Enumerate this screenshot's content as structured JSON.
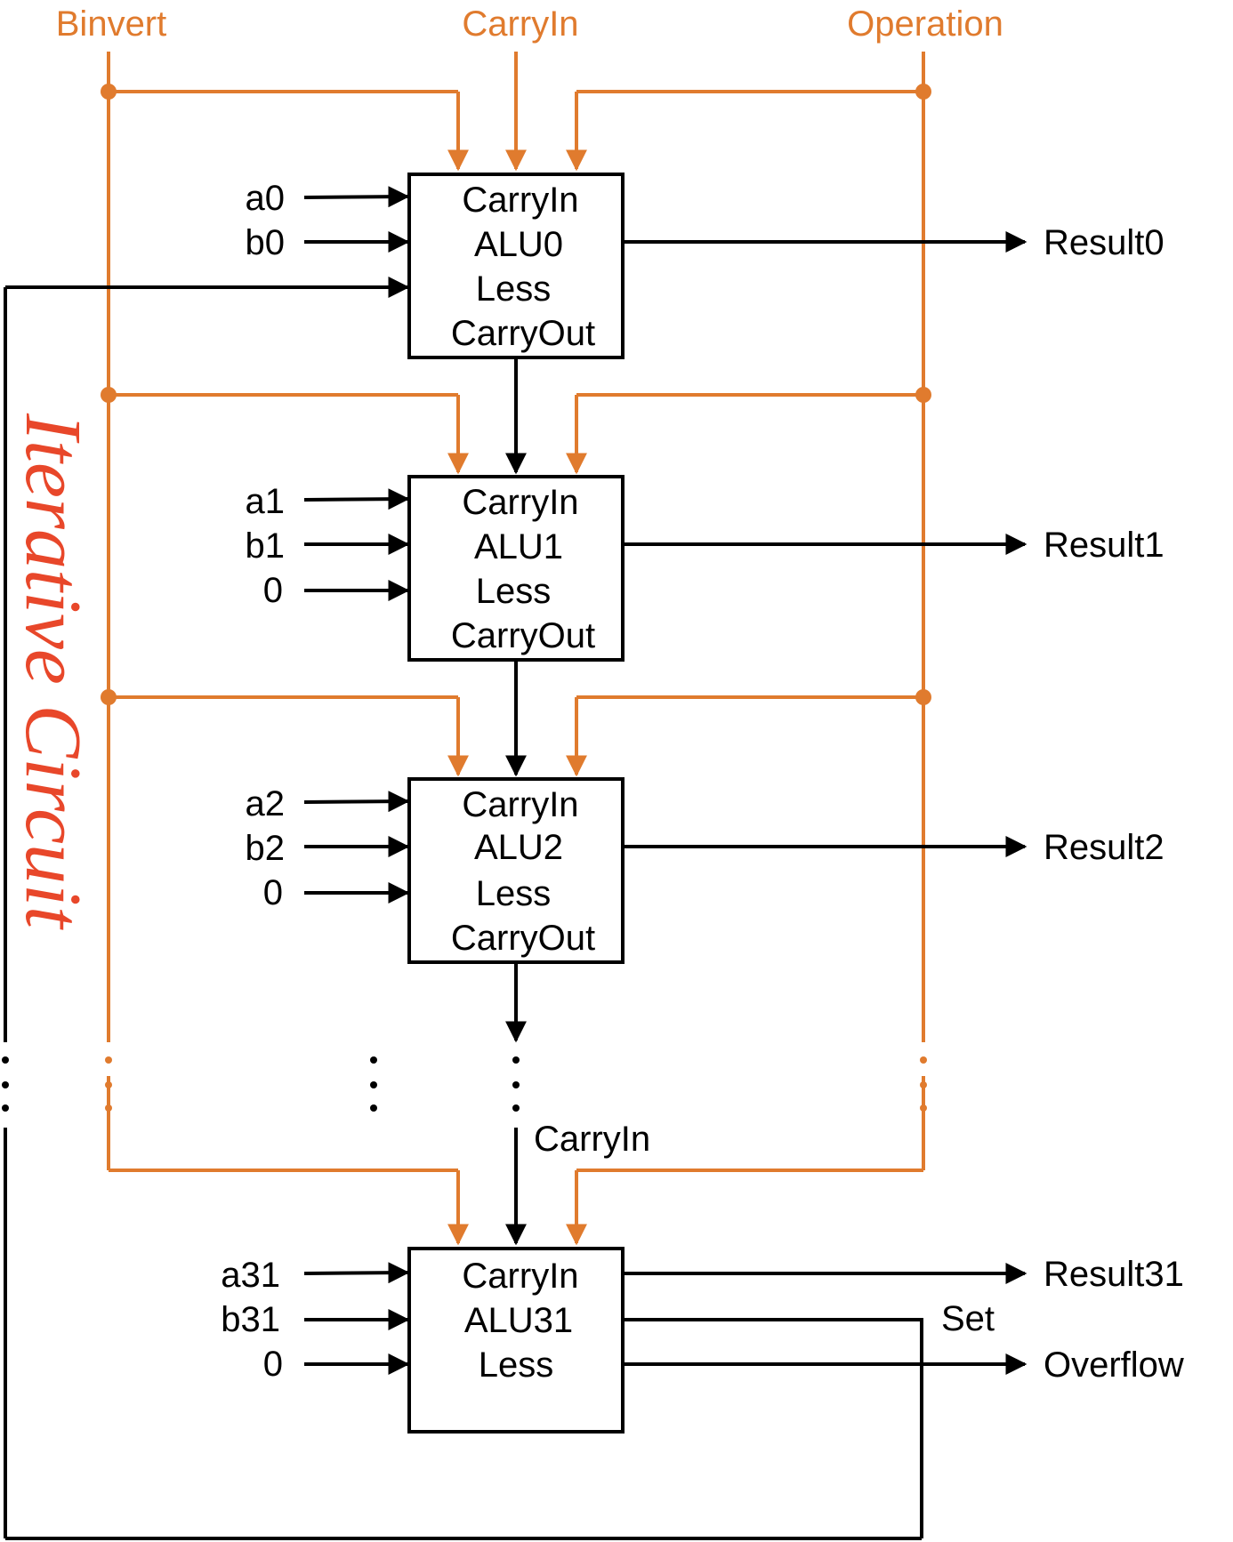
{
  "colors": {
    "control": "#e07b2e",
    "wire": "#000000",
    "title": "#e8472a"
  },
  "signals": {
    "binvert": "Binvert",
    "carryin": "CarryIn",
    "operation": "Operation"
  },
  "side_title": "Iterative Circuit",
  "alus": [
    {
      "carryin": "CarryIn",
      "name": "ALU0",
      "less": "Less",
      "carryout": "CarryOut",
      "a": "a0",
      "b": "b0",
      "less_in": "",
      "result": "Result0"
    },
    {
      "carryin": "CarryIn",
      "name": "ALU1",
      "less": "Less",
      "carryout": "CarryOut",
      "a": "a1",
      "b": "b1",
      "less_in": "0",
      "result": "Result1"
    },
    {
      "carryin": "CarryIn",
      "name": "ALU2",
      "less": "Less",
      "carryout": "CarryOut",
      "a": "a2",
      "b": "b2",
      "less_in": "0",
      "result": "Result2"
    },
    {
      "carryin": "CarryIn",
      "name": "ALU31",
      "less": "Less",
      "carryout": "",
      "a": "a31",
      "b": "b31",
      "less_in": "0",
      "result": "Result31"
    }
  ],
  "carry_label": "CarryIn",
  "set_label": "Set",
  "overflow_label": "Overflow"
}
